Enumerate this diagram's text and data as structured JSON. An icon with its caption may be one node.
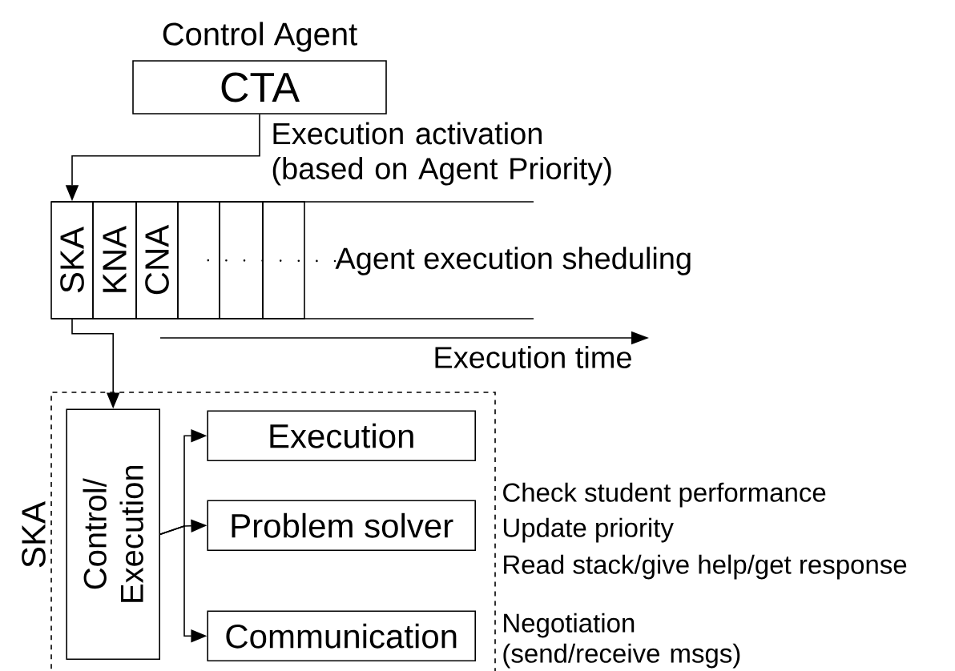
{
  "diagram": {
    "nodes": [
      {
        "text": [
          "Control Agent",
          "CTA"
        ]
      },
      {
        "text": [
          "SKA"
        ]
      },
      {
        "text": [
          "KNA"
        ]
      },
      {
        "text": [
          "CNA"
        ]
      },
      {
        "text": [],
        "shape": "box"
      },
      {
        "text": [],
        "shape": "box"
      },
      {
        "text": [],
        "shape": "box"
      },
      {
        "text": [
          "SKA"
        ]
      },
      {
        "text": [
          "Control/ Execution"
        ],
        "in": 7
      },
      {
        "text": [
          "Execution"
        ],
        "in": 7
      },
      {
        "text": [
          "Problem solver"
        ],
        "in": 7
      },
      {
        "text": [
          "Communication"
        ],
        "in": 7
      },
      {
        "text": [
          "Agent execution sheduling"
        ]
      }
    ],
    "edges": [
      {
        "from": 0,
        "to": 1,
        "arrow": "to",
        "label": "Execution activation (based on Agent Priority)"
      },
      {
        "from": 1,
        "to": 8,
        "arrow": "to"
      },
      {
        "from": 8,
        "to": 9,
        "arrow": "to"
      },
      {
        "from": 8,
        "to": 10,
        "arrow": "to"
      },
      {
        "from": 8,
        "to": 11,
        "arrow": "to"
      },
      {
        "from": 12,
        "to": 4,
        "arrow": "none",
        "style": "dashed"
      }
    ],
    "labels": [
      "Execution time",
      "Check student performance",
      "Update priority",
      "Read stack/give help/get response",
      "Negotiation (send/receive msgs)"
    ]
  }
}
